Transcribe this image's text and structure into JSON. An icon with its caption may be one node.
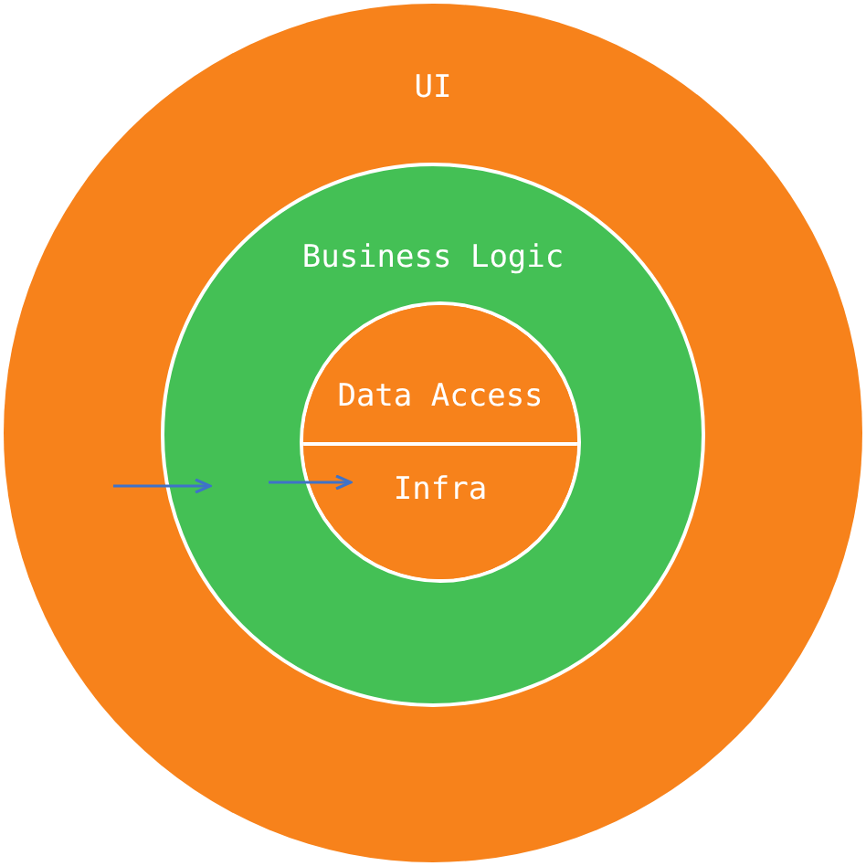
{
  "diagram": {
    "nodes": [
      {
        "text": [
          "UI"
        ]
      },
      {
        "text": [
          "Business Logic"
        ],
        "in": 0
      },
      {
        "text": [],
        "shape": "circle",
        "in": 1
      },
      {
        "text": [
          "Data Access"
        ],
        "in": 2
      },
      {
        "text": [
          "Infra"
        ],
        "in": 2
      }
    ],
    "edges": [
      {
        "from": null,
        "to": 1,
        "arrow": "to"
      },
      {
        "from": null,
        "to": 4,
        "arrow": "to"
      }
    ]
  }
}
